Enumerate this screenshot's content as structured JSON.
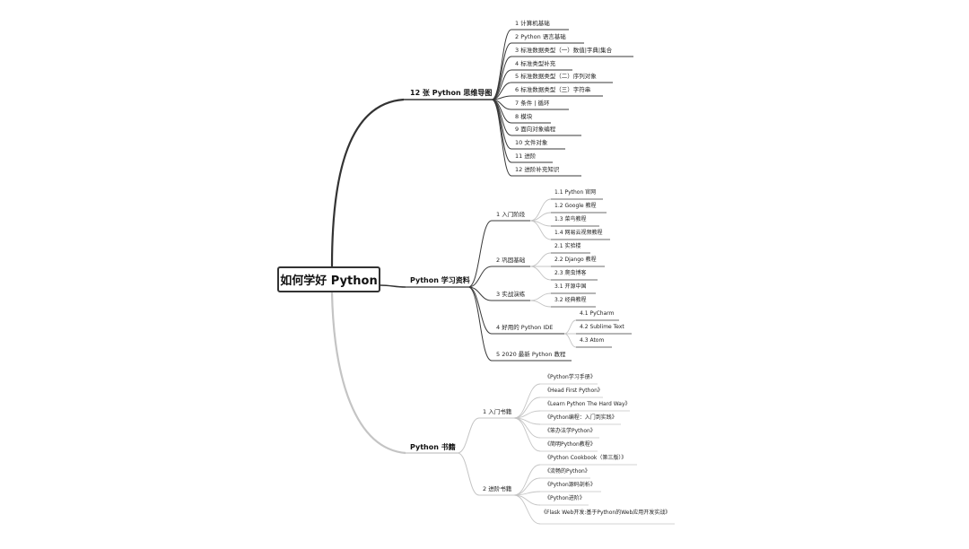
{
  "root": "如何学好 Python",
  "colors": {
    "line_dark": "#3a3a3a",
    "line_light": "#c4c4c4",
    "text": "#222222"
  },
  "branches": [
    {
      "label": "12 张 Python 思维导图",
      "children": [
        "1 计算机基础",
        "2 Python 语言基础",
        "3 标准数据类型（一）数值|字典|集合",
        "4 标准类型补充",
        "5 标准数据类型（二）序列对象",
        "6 标准数据类型（三）字符串",
        "7 条件 | 循环",
        "8 模块",
        "9 面向对象编程",
        "10 文件对象",
        "11 进阶",
        "12 进阶补充知识"
      ]
    },
    {
      "label": "Python 学习资料",
      "groups": [
        {
          "label": "1 入门阶段",
          "items": [
            "1.1 Python 官网",
            "1.2 Google 教程",
            "1.3 菜鸟教程",
            "1.4 网易云视频教程"
          ]
        },
        {
          "label": "2 巩固基础",
          "items": [
            "2.1 实验楼",
            "2.2 Django 教程",
            "2.3 爬虫博客"
          ]
        },
        {
          "label": "3 实战演练",
          "items": [
            "3.1 开源中国",
            "3.2 经典教程"
          ]
        },
        {
          "label": "4 好用的 Python IDE",
          "items": [
            "4.1 PyCharm",
            "4.2 Sublime Text",
            "4.3 Atom"
          ]
        },
        {
          "label": "5 2020 最新 Python 教程",
          "items": []
        }
      ]
    },
    {
      "label": "Python 书籍",
      "groups": [
        {
          "label": "1 入门书籍",
          "items": [
            "《Python学习手册》",
            "《Head First Python》",
            "《Learn Python The Hard Way》",
            "《Python编程：入门到实践》",
            "《笨办法学Python》",
            "《简明Python教程》"
          ]
        },
        {
          "label": "2 进阶书籍",
          "items": [
            "《Python Cookbook（第三版）》",
            "《流畅的Python》",
            "《Python源码剖析》",
            "《Python进阶》",
            "《Flask Web开发:基于Python的Web应用开发实战》"
          ]
        }
      ]
    }
  ]
}
